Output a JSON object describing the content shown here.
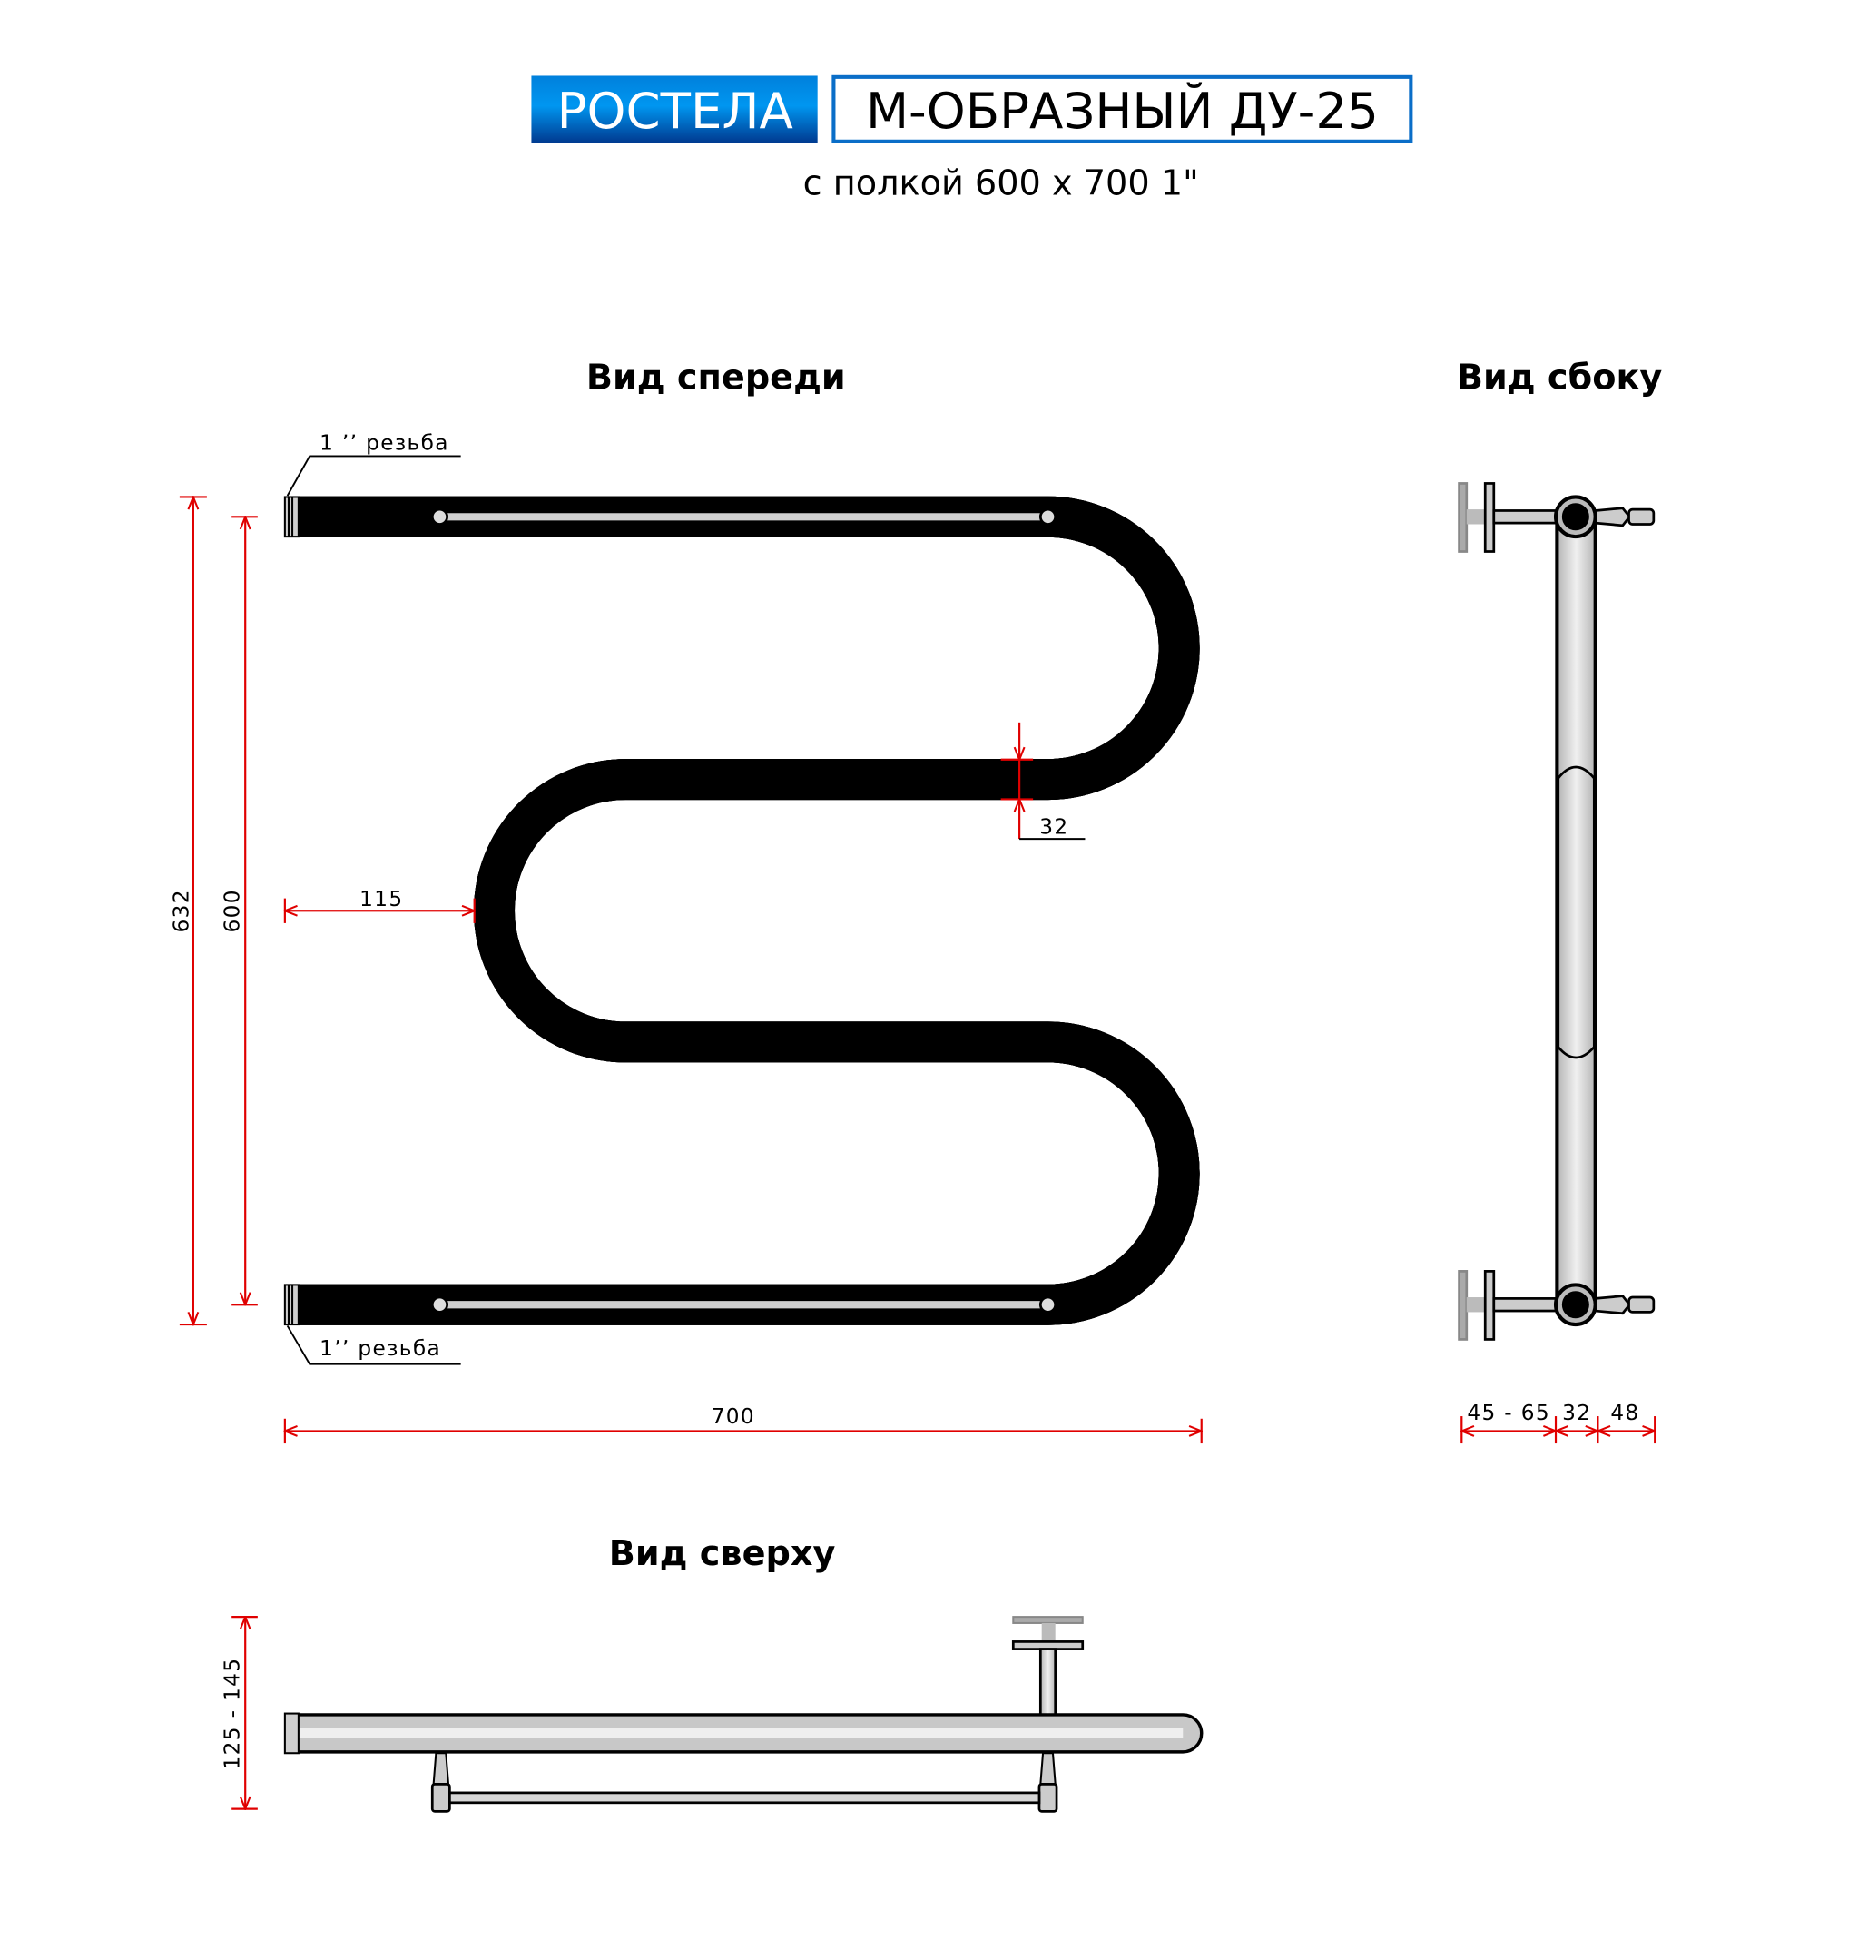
{
  "header": {
    "brand": "РОСТЕЛА",
    "model": "М-ОБРАЗНЫЙ ДУ-25",
    "subtitle": "с полкой 600 х 700 1\""
  },
  "views": {
    "front": "Вид спереди",
    "side": "Вид сбоку",
    "top": "Вид сверху"
  },
  "annotations": {
    "thread_top": "1 ʼʼ резьба",
    "thread_bottom": "1ʼʼ резьба"
  },
  "dimensions": {
    "height_total": "632",
    "height_axis": "600",
    "offset": "115",
    "pipe_diameter": "32",
    "width": "700",
    "wall_gap": "45 - 65",
    "side_pipe": "32",
    "side_nut": "48",
    "top_depth": "125 - 145"
  },
  "colors": {
    "brand_top": "#0096f0",
    "brand_bottom": "#003a90",
    "frame": "#0a6ec8",
    "dimension": "#e00000",
    "pipe": "#bdbdbd"
  }
}
